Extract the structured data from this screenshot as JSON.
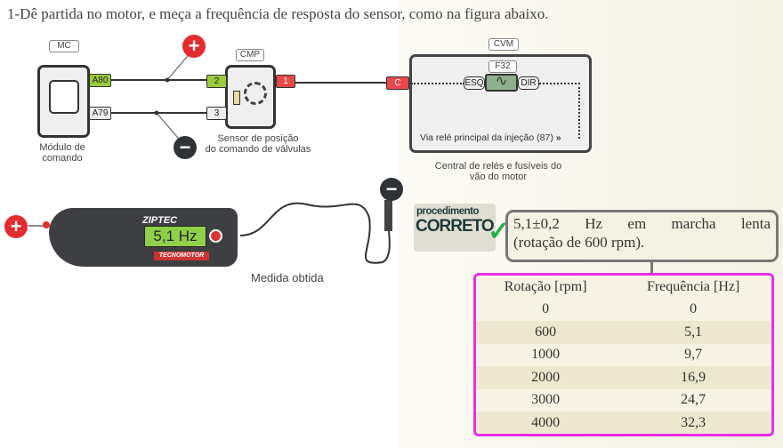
{
  "instruction": "1-Dê partida no motor, e meça a frequência de resposta do sensor, como na figura abaixo.",
  "diagram": {
    "mc": {
      "label": "MC",
      "caption_line1": "Módulo de",
      "caption_line2": "comando",
      "pins": [
        "A80",
        "A79"
      ]
    },
    "cmp": {
      "label": "CMP",
      "caption_line1": "Sensor de posição",
      "caption_line2": "do comando de válvulas",
      "pins": [
        "2",
        "3",
        "1"
      ]
    },
    "cvm": {
      "label": "CVM",
      "input_pin": "C",
      "fuse": "F32",
      "fuse_left": "ESQ",
      "fuse_right": "DIR",
      "via_text": "Via relé principal da injeção (87)",
      "via_arrow": "»",
      "caption_line1": "Central de relés e fusíveis do",
      "caption_line2": "vão do motor"
    },
    "plus": "+",
    "minus": "−"
  },
  "meter": {
    "brand": "ZIPTEC",
    "reading": "5,1 Hz",
    "maker": "TECNOMOTOR",
    "caption": "Medida obtida"
  },
  "badge": {
    "line1": "procedimento",
    "line2": "CORRETO",
    "check": "✓"
  },
  "callout": {
    "line1": "5,1±0,2 Hz em marcha lenta",
    "line2": "(rotação de 600 rpm)."
  },
  "table": {
    "headers": [
      "Rotação [rpm]",
      "Frequência [Hz]"
    ],
    "rows": [
      [
        "0",
        "0"
      ],
      [
        "600",
        "5,1"
      ],
      [
        "1000",
        "9,7"
      ],
      [
        "2000",
        "16,9"
      ],
      [
        "3000",
        "24,7"
      ],
      [
        "4000",
        "32,3"
      ]
    ]
  },
  "colors": {
    "pin_green": "#9acb3c",
    "pin_red": "#e8474b",
    "table_border": "#e62ee6"
  }
}
